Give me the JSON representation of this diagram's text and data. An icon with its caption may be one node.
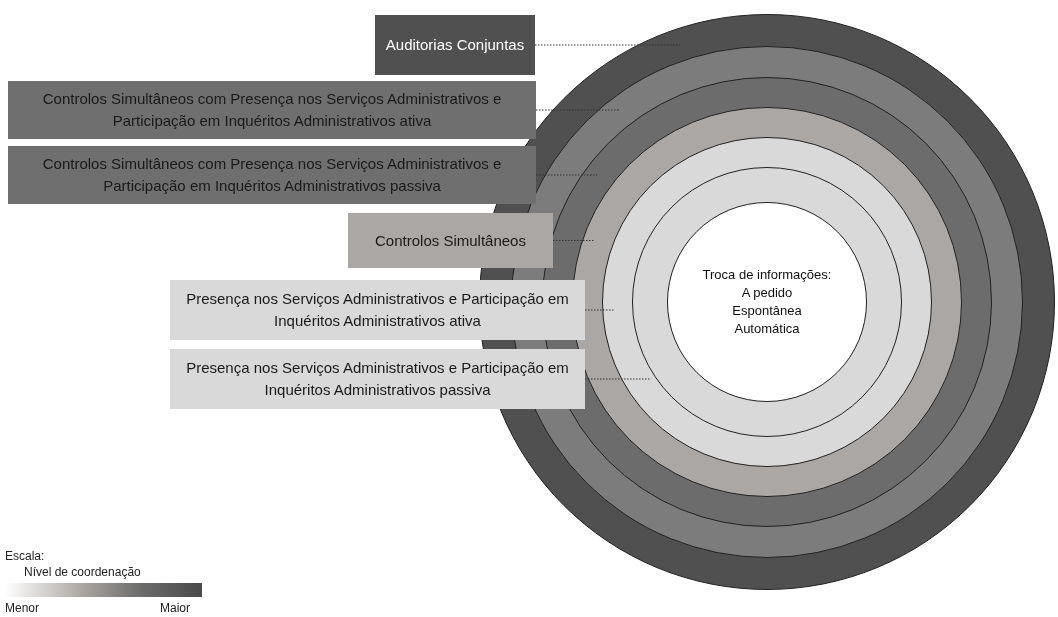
{
  "diagram": {
    "nodes": [
      {
        "text": [
          "Auditorias  Conjuntas"
        ]
      },
      {
        "text": [
          "Controlos Simultâneos com Presença nos Serviços Administrativos e Participação em Inquéritos Administrativos ativa"
        ]
      },
      {
        "text": [
          "Controlos Simultâneos com Presença nos Serviços Administrativos e Participação em Inquéritos Administrativos passiva"
        ]
      },
      {
        "text": [
          "Controlos Simultâneos"
        ]
      },
      {
        "text": [
          "Presença nos Serviços Administrativos e Participação em Inquéritos Administrativos ativa"
        ]
      },
      {
        "text": [
          "Presença nos Serviços Administrativos e Participação em Inquéritos Administrativos passiva"
        ]
      },
      {
        "text": [],
        "shape": "circle"
      },
      {
        "text": [],
        "shape": "circle",
        "in": 6
      },
      {
        "text": [],
        "shape": "circle",
        "in": 7
      },
      {
        "text": [],
        "shape": "circle",
        "in": 8
      },
      {
        "text": [],
        "shape": "circle",
        "in": 9
      },
      {
        "text": [],
        "shape": "circle",
        "in": 10
      },
      {
        "text": [
          "Troca de informações:",
          "A pedido",
          "Espontânea",
          "Automática"
        ],
        "in": 11
      },
      {
        "text": [],
        "shape": "bar"
      }
    ],
    "edges": [
      {
        "from": 0,
        "to": 6,
        "arrow": "none",
        "style": "dashed"
      },
      {
        "from": 1,
        "to": 7,
        "arrow": "none",
        "style": "dashed"
      },
      {
        "from": 2,
        "to": 8,
        "arrow": "none",
        "style": "dashed"
      },
      {
        "from": 3,
        "to": 9,
        "arrow": "none",
        "style": "dashed"
      },
      {
        "from": 4,
        "to": 10,
        "arrow": "none",
        "style": "dashed"
      },
      {
        "from": 5,
        "to": 11,
        "arrow": "none",
        "style": "dashed"
      }
    ],
    "labels": [
      "Escala:",
      "Nível de coordenação",
      "Menor",
      "Maior"
    ]
  }
}
